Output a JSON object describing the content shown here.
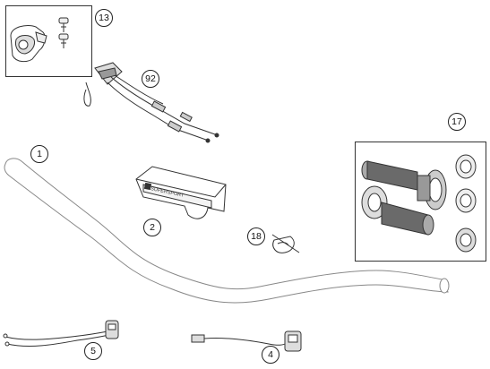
{
  "diagram": {
    "callouts": {
      "handlebar": "1",
      "pad": "2",
      "switch_right": "4",
      "switch_left": "5",
      "throttle_housing": "13",
      "grips_set": "17",
      "cable_tie": "18",
      "throttle_cables": "92"
    },
    "pad_logo_text": "SUPERSPORT"
  },
  "colors": {
    "line": "#333333",
    "light_line": "#888888",
    "grip_fill": "#6a6a6a",
    "bar_fill": "#ffffff"
  }
}
